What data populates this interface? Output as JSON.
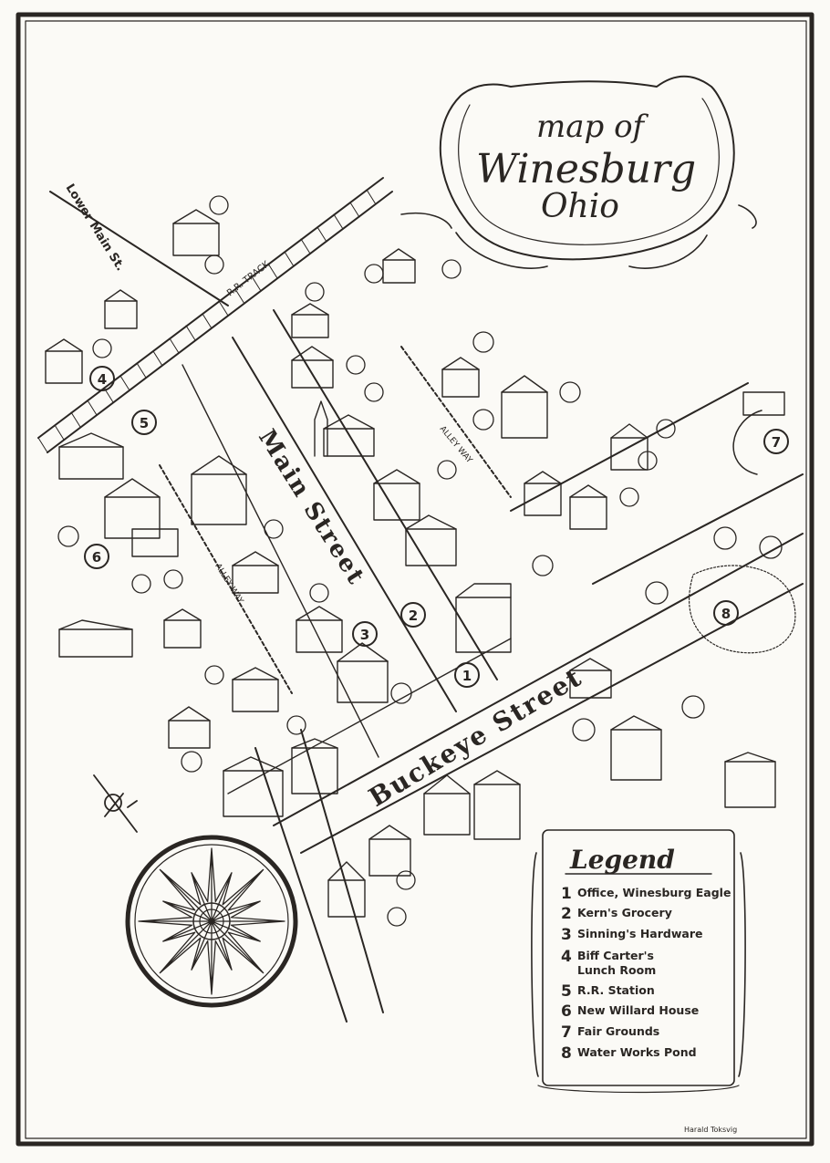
{
  "title": {
    "line1": "map of",
    "line2": "Winesburg",
    "line3": "Ohio"
  },
  "streets": {
    "lower_main": "Lower Main St.",
    "rr_track": "R.R. TRACK",
    "main_street": "Main Street",
    "buckeye_street": "Buckeye Street",
    "alley_1": "ALLEY WAY",
    "alley_2": "ALLEY WAY"
  },
  "markers": [
    {
      "id": 1,
      "label": "1"
    },
    {
      "id": 2,
      "label": "2"
    },
    {
      "id": 3,
      "label": "3"
    },
    {
      "id": 4,
      "label": "4"
    },
    {
      "id": 5,
      "label": "5"
    },
    {
      "id": 6,
      "label": "6"
    },
    {
      "id": 7,
      "label": "7"
    },
    {
      "id": 8,
      "label": "8"
    }
  ],
  "legend": {
    "heading": "Legend",
    "items": [
      {
        "number": "1",
        "lines": [
          "Office, Winesburg Eagle"
        ]
      },
      {
        "number": "2",
        "lines": [
          "Kern's Grocery"
        ]
      },
      {
        "number": "3",
        "lines": [
          "Sinning's Hardware"
        ]
      },
      {
        "number": "4",
        "lines": [
          "Biff Carter's",
          "Lunch Room"
        ]
      },
      {
        "number": "5",
        "lines": [
          "R.R. Station"
        ]
      },
      {
        "number": "6",
        "lines": [
          "New Willard House"
        ]
      },
      {
        "number": "7",
        "lines": [
          "Fair Grounds"
        ]
      },
      {
        "number": "8",
        "lines": [
          "Water Works Pond"
        ]
      }
    ]
  },
  "signature": "Harald Toksvig",
  "colors": {
    "ink": "#2a2623",
    "paper": "#fbfaf6"
  }
}
